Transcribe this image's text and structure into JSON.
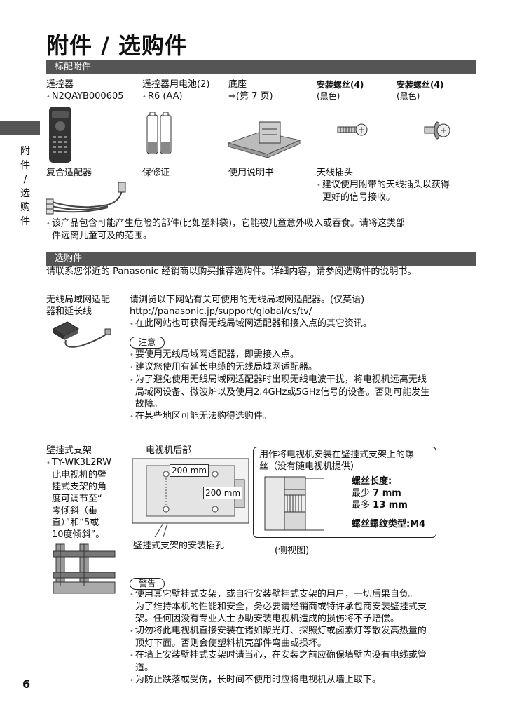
{
  "title": "附件 / 选购件",
  "side_label": [
    "附",
    "件",
    "/",
    "选",
    "购",
    "件"
  ],
  "standard": {
    "header": "标配附件",
    "remote": {
      "name": "遥控器",
      "model": "N2QAYB000605"
    },
    "battery": {
      "name": "遥控器用电池(2)",
      "model": "R6 (AA)"
    },
    "stand": {
      "name": "底座",
      "ref": "(第 7 页)"
    },
    "screw1": {
      "name": "安装螺丝(4)",
      "color": "(黑色)"
    },
    "screw2": {
      "name": "安装螺丝(4)",
      "color": "(黑色)"
    },
    "adapter": "复合适配器",
    "warranty": "保修证",
    "manual": "使用说明书",
    "antenna": {
      "name": "天线插头",
      "note_line1": "建议使用附带的天线插头以获得",
      "note_line2": "更好的信号接收。"
    },
    "warning_line1": "该产品包含可能产生危险的部件(比如塑料袋)，它能被儿童意外吸入或吞食。请将这类部",
    "warning_line2": "件远离儿童可及的范围。"
  },
  "optional": {
    "header": "选购件",
    "intro": "请联系您邻近的 Panasonic 经销商以购买推荐选购件。详细内容，请参阅选购件的说明书。",
    "wlan": {
      "label_line1": "无线局域网适配",
      "label_line2": "器和延长线",
      "text_line1": "请浏览以下网站有关可使用的无线局域网适配器。(仅英语)",
      "url": "http://panasonic.jp/support/global/cs/tv/",
      "text_line3": "在此网站也可获得无线局域网适配器和接入点的其它资讯。",
      "caution_label": "注意",
      "cautions": [
        "要使用无线局域网适配器，即需接入点。",
        "建议您使用有延长电缆的无线局域网适配器。",
        "为了避免使用无线局域网适配器时出现无线电波干扰，将电视机远离无线",
        "局域网设备、微波炉以及使用2.4GHz或5GHz信号的设备。否则可能发生",
        "故障。",
        "在某些地区可能无法购得选购件。"
      ]
    },
    "bracket": {
      "label": "壁挂式支架",
      "model": "TY-WK3L2RW",
      "desc": [
        "此电视机的壁",
        "挂式支架的角",
        "度可调节至“",
        "零倾斜（垂",
        "直）”和“5或",
        "10度倾斜”。"
      ],
      "tv_back_label": "电视机后部",
      "dim1": "200 mm",
      "dim2": "200 mm",
      "holes_label": "壁挂式支架的安装插孔",
      "screw_title_line1": "用作将电视机安装在壁挂式支架上的螺",
      "screw_title_line2": "丝（没有随电视机提供）",
      "length_label": "螺丝长度:",
      "min_label": "最少",
      "min_value": "7 mm",
      "max_label": "最多",
      "max_value": "13 mm",
      "type_label": "螺丝螺纹类型:",
      "type_value": "M4",
      "side_view": "(侧视图)",
      "warning_label": "警告",
      "warnings": [
        "使用其它壁挂式支架，或自行安装壁挂式支架的用户，一切后果自负。",
        "为了维持本机的性能和安全，务必要请经销商或特许承包商安装壁挂式支",
        "架。任何因没有专业人士协助安装电视机造成的损伤将不予赔偿。",
        "切勿将此电视机直接安装在诸如聚光灯、探照灯或卤素灯等散发高热量的",
        "顶灯下面。否则会使塑料机壳部件弯曲或损坏。",
        "在墙上安装壁挂式支架时请当心，在安装之前应确保墙壁内没有电线或管",
        "道。",
        "为防止跌落或受伤，长时间不使用时应将电视机从墙上取下。"
      ]
    }
  },
  "page_number": "6"
}
